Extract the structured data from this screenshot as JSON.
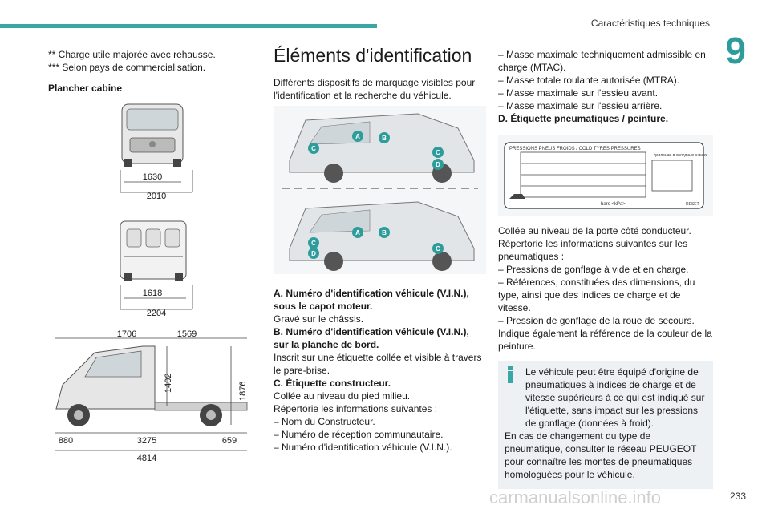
{
  "header": {
    "title": "Caractéristiques techniques",
    "chapter": "9"
  },
  "col1": {
    "note1": "** Charge utile majorée avec rehausse.",
    "note2": "*** Selon pays de commercialisation.",
    "subtitle": "Plancher cabine",
    "dim_front": [
      "1630",
      "2010"
    ],
    "dim_rear": [
      "1618",
      "2204"
    ],
    "dim_side_top": [
      "1706",
      "1569"
    ],
    "dim_side_height": [
      "1402",
      "1876"
    ],
    "dim_side_bottom": [
      "880",
      "3275",
      "659"
    ],
    "dim_side_total": "4814"
  },
  "col2": {
    "title": "Éléments d'identification",
    "intro": "Différents dispositifs de marquage visibles pour l'identification et la recherche du véhicule.",
    "letters": [
      "A",
      "B",
      "C",
      "D"
    ],
    "a_title": "A. Numéro d'identification véhicule (V.I.N.), sous le capot moteur.",
    "a_text": "Gravé sur le châssis.",
    "b_title": "B. Numéro d'identification véhicule (V.I.N.), sur la planche de bord.",
    "b_text": "Inscrit sur une étiquette collée et visible à travers le pare-brise.",
    "c_title": "C. Étiquette constructeur.",
    "c_text1": "Collée au niveau du pied milieu.",
    "c_text2": "Répertorie les informations suivantes :",
    "c_items": [
      "Nom du Constructeur.",
      "Numéro de réception communautaire.",
      "Numéro d'identification véhicule (V.I.N.)."
    ]
  },
  "col3": {
    "items_top": [
      "Masse maximale techniquement admissible en charge (MTAC).",
      "Masse totale roulante autorisée (MTRA).",
      "Masse maximale sur l'essieu avant.",
      "Masse maximale sur l'essieu arrière."
    ],
    "d_title": "D. Étiquette pneumatiques / peinture.",
    "label_header": "PRESSIONS PNEUS FROIDS / COLD TYRES PRESSURES",
    "label_header2": "давление в холодных шинах",
    "label_units": "bars    <kPa>",
    "label_reset": "RESET",
    "text1": "Collée au niveau de la porte côté conducteur.",
    "text2": "Répertorie les informations suivantes sur les pneumatiques :",
    "items": [
      "Pressions de gonflage à vide et en charge.",
      "Références, constituées des dimensions, du type, ainsi que des indices de charge et de vitesse.",
      "Pression de gonflage de la roue de secours."
    ],
    "text3": "Indique également la référence de la couleur de la peinture.",
    "info1": "Le véhicule peut être équipé d'origine de pneumatiques à indices de charge et de vitesse supérieurs à ce qui est indiqué sur l'étiquette, sans impact sur les pressions de gonflage (données à froid).",
    "info2": "En cas de changement du type de pneumatique, consulter le réseau PEUGEOT pour connaître les montes de pneumatiques homologuées pour le véhicule."
  },
  "footer": {
    "page": "233",
    "watermark": "carmanualsonline.info"
  },
  "colors": {
    "accent": "#3aa6a6",
    "letter_badge": "#2f9c9c"
  }
}
